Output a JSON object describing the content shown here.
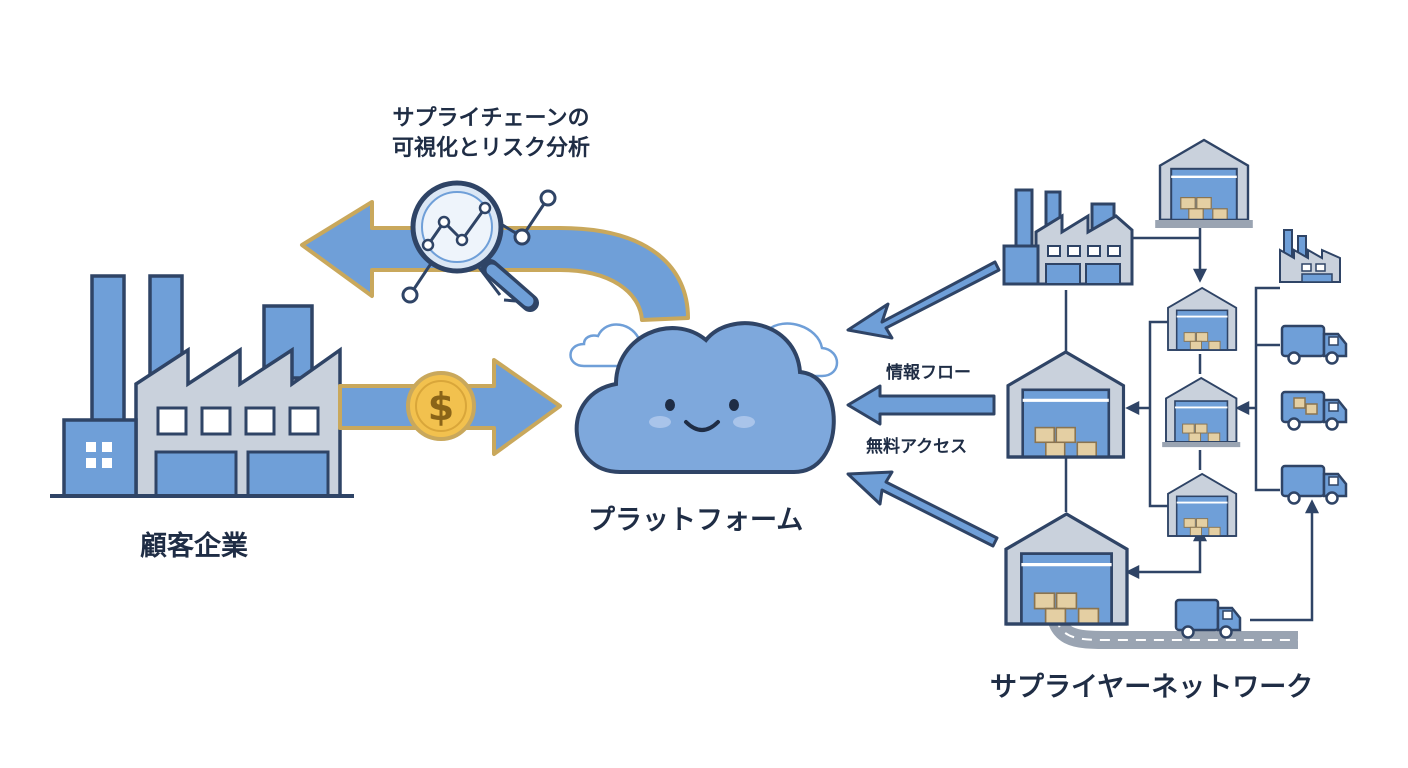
{
  "labels": {
    "customer": "顧客企業",
    "platform": "プラットフォーム",
    "supplier_network": "サプライヤーネットワーク",
    "visualization_line1": "サプライチェーンの",
    "visualization_line2": "可視化とリスク分析",
    "info_flow": "情報フロー",
    "free_access": "無料アクセス"
  },
  "icons": {
    "coin": "$"
  },
  "colors": {
    "primary_blue": "#6f9fd8",
    "arrow_outline": "#c9a85c",
    "outline": "#2f4466",
    "coin_gold": "#f2c14e",
    "building_gray": "#c9d1dc"
  }
}
